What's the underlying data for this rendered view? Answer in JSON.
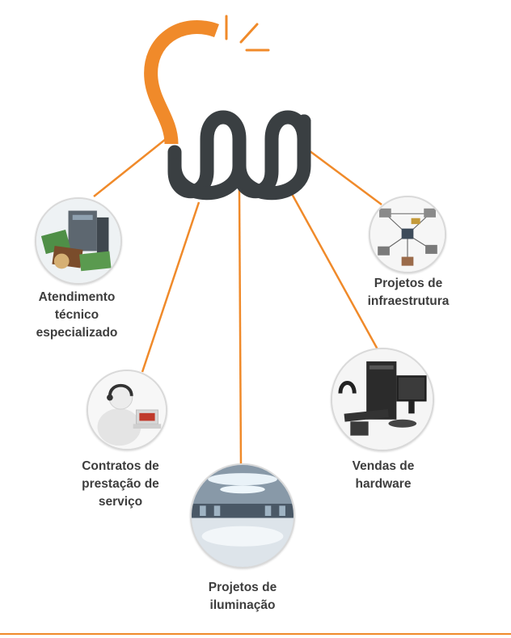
{
  "colors": {
    "accent": "#f08a2a",
    "logo_dark": "#3a3f42",
    "text": "#3d3d3d"
  },
  "logo": {
    "icon": "lightbulb-w-logo"
  },
  "services": [
    {
      "id": "atendimento",
      "icon": "computer-chips-icon",
      "lines": [
        "Atendimento",
        "técnico",
        "especializado"
      ]
    },
    {
      "id": "contratos",
      "icon": "headset-figure-icon",
      "lines": [
        "Contratos de",
        "prestação de",
        "serviço"
      ]
    },
    {
      "id": "iluminacao",
      "icon": "lit-hallway-icon",
      "lines": [
        "Projetos de",
        "iluminação"
      ]
    },
    {
      "id": "hardware",
      "icon": "desktop-workstation-icon",
      "lines": [
        "Vendas de",
        "hardware"
      ]
    },
    {
      "id": "infraestrutura",
      "icon": "network-diagram-icon",
      "lines": [
        "Projetos de",
        "infraestrutura"
      ]
    }
  ]
}
